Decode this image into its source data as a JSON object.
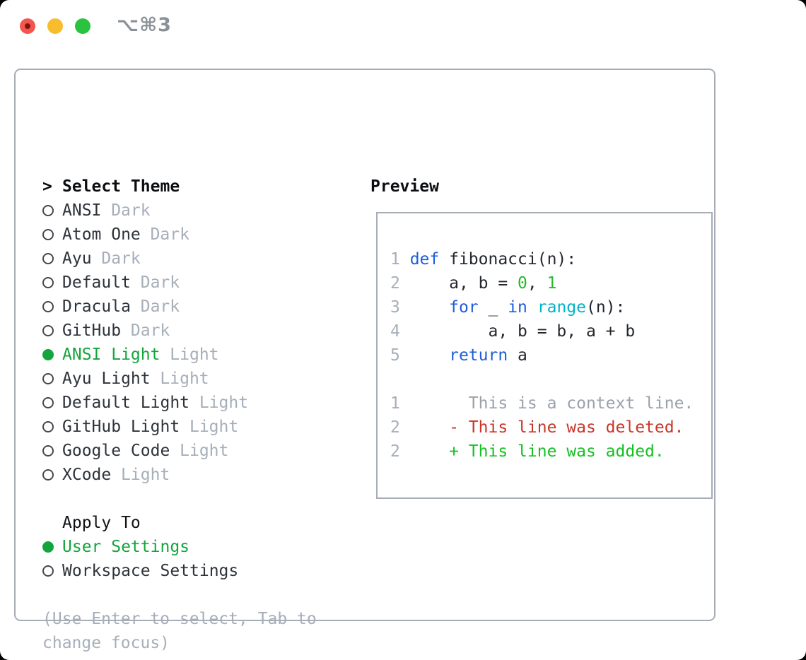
{
  "window": {
    "title": "⌥⌘3"
  },
  "colors": {
    "accent_green": "#13a53c",
    "keyword_blue": "#1e5ed8",
    "number_green": "#25b92c",
    "function_cyan": "#00b3c8",
    "deleted_red": "#c93527",
    "added_green": "#13c122",
    "muted_gray": "#a6aeb9",
    "context_gray": "#9aa1ab",
    "border_gray": "#a7adb7",
    "text_dark": "#23272e",
    "title_gray": "#8a9098"
  },
  "theme_picker": {
    "prompt": ">",
    "header": "Select Theme",
    "items": [
      {
        "label": "ANSI",
        "tag": "Dark",
        "selected": false
      },
      {
        "label": "Atom One",
        "tag": "Dark",
        "selected": false
      },
      {
        "label": "Ayu",
        "tag": "Dark",
        "selected": false
      },
      {
        "label": "Default",
        "tag": "Dark",
        "selected": false
      },
      {
        "label": "Dracula",
        "tag": "Dark",
        "selected": false
      },
      {
        "label": "GitHub",
        "tag": "Dark",
        "selected": false
      },
      {
        "label": "ANSI Light",
        "tag": "Light",
        "selected": true
      },
      {
        "label": "Ayu Light",
        "tag": "Light",
        "selected": false
      },
      {
        "label": "Default Light",
        "tag": "Light",
        "selected": false
      },
      {
        "label": "GitHub Light",
        "tag": "Light",
        "selected": false
      },
      {
        "label": "Google Code",
        "tag": "Light",
        "selected": false
      },
      {
        "label": "XCode",
        "tag": "Light",
        "selected": false
      }
    ],
    "apply_to": {
      "header": "Apply To",
      "options": [
        {
          "label": "User Settings",
          "selected": true
        },
        {
          "label": "Workspace Settings",
          "selected": false
        }
      ]
    },
    "help_lines": [
      "(Use Enter to select, Tab to",
      "change focus)"
    ]
  },
  "preview": {
    "header": "Preview",
    "lines": [
      {
        "segs": [
          {
            "t": "1 ",
            "c": "ln"
          },
          {
            "t": "def",
            "c": "kw"
          },
          {
            "t": " fibonacci(n):",
            "c": "fg"
          }
        ]
      },
      {
        "segs": [
          {
            "t": "2 ",
            "c": "ln"
          },
          {
            "t": "    a, b = ",
            "c": "fg"
          },
          {
            "t": "0",
            "c": "num"
          },
          {
            "t": ", ",
            "c": "fg"
          },
          {
            "t": "1",
            "c": "num"
          }
        ]
      },
      {
        "segs": [
          {
            "t": "3 ",
            "c": "ln"
          },
          {
            "t": "    ",
            "c": "fg"
          },
          {
            "t": "for",
            "c": "kw"
          },
          {
            "t": " _ ",
            "c": "fg"
          },
          {
            "t": "in",
            "c": "kw"
          },
          {
            "t": " ",
            "c": "fg"
          },
          {
            "t": "range",
            "c": "fn"
          },
          {
            "t": "(n):",
            "c": "fg"
          }
        ]
      },
      {
        "segs": [
          {
            "t": "4 ",
            "c": "ln"
          },
          {
            "t": "        a, b = b, a + b",
            "c": "fg"
          }
        ]
      },
      {
        "segs": [
          {
            "t": "5 ",
            "c": "ln"
          },
          {
            "t": "    ",
            "c": "fg"
          },
          {
            "t": "return",
            "c": "kw"
          },
          {
            "t": " a",
            "c": "fg"
          }
        ]
      },
      {
        "segs": []
      },
      {
        "segs": [
          {
            "t": "1",
            "c": "ln"
          },
          {
            "t": "       This is a context line.",
            "c": "ctx"
          }
        ]
      },
      {
        "segs": [
          {
            "t": "2",
            "c": "ln"
          },
          {
            "t": "     ",
            "c": "fg"
          },
          {
            "t": "- This line was deleted.",
            "c": "del"
          }
        ]
      },
      {
        "segs": [
          {
            "t": "2",
            "c": "ln"
          },
          {
            "t": "     ",
            "c": "fg"
          },
          {
            "t": "+ This line was added.",
            "c": "add"
          }
        ]
      }
    ]
  }
}
